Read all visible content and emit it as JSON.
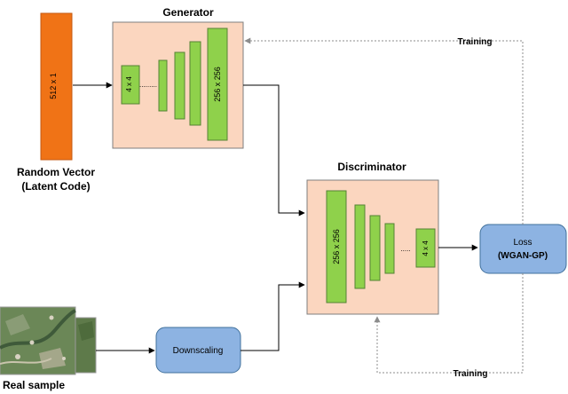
{
  "latent_vector": {
    "label": "512 x 1",
    "caption_line1": "Random Vector",
    "caption_line2": "(Latent Code)"
  },
  "generator": {
    "title": "Generator",
    "first_layer_label": "4 x 4",
    "dots": ".........",
    "last_layer_label": "256 x 256"
  },
  "discriminator": {
    "title": "Discriminator",
    "first_layer_label": "256 x 256",
    "dots": ".....",
    "last_layer_label": "4 x 4"
  },
  "loss": {
    "line1": "Loss",
    "line2": "(WGAN-GP)"
  },
  "downscaling": {
    "label": "Downscaling"
  },
  "real_sample": {
    "caption": "Real sample"
  },
  "training_top": {
    "label": "Training"
  },
  "training_bottom": {
    "label": "Training"
  },
  "colors": {
    "latent_bar": "#f07316",
    "block_fill": "#fbd6bf",
    "layer_fill": "#8fd14b",
    "process_fill": "#8db3e2",
    "dashed_arrow": "#8c8c8c"
  }
}
